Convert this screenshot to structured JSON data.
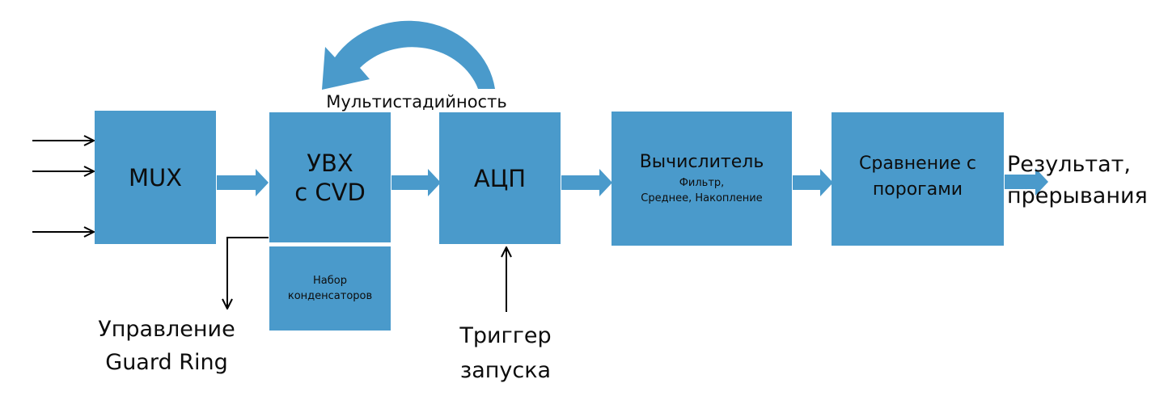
{
  "colors": {
    "block": "#4a9acb",
    "arrow": "#4a9acb",
    "line": "#000000"
  },
  "blocks": {
    "mux": "MUX",
    "uvx_line1": "УВХ",
    "uvx_line2": "с CVD",
    "capacitors_line1": "Набор",
    "capacitors_line2": "конденсаторов",
    "adc": "АЦП",
    "calc_title": "Вычислитель",
    "calc_sub1": "Фильтр,",
    "calc_sub2": "Среднее, Накопление",
    "compare_line1": "Сравнение с",
    "compare_line2": "порогами"
  },
  "labels": {
    "multistage": "Мультистадийность",
    "guard_line1": "Управление",
    "guard_line2": "Guard Ring",
    "trigger_line1": "Триггер",
    "trigger_line2": "запуска",
    "result_line1": "Результат,",
    "result_line2": "прерывания"
  }
}
